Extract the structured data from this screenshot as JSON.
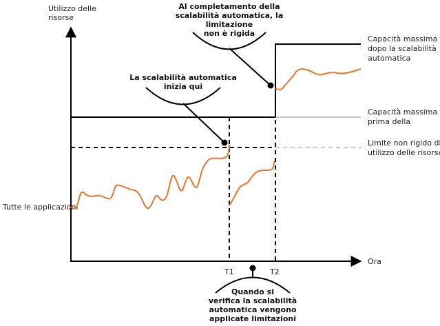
{
  "axes": {
    "y_label": [
      "Utilizzo delle",
      "risorse"
    ],
    "x_label": "Ora",
    "y_tick": "Tutte le applicazioni",
    "t1": "T1",
    "t2": "T2"
  },
  "legend": {
    "max_after": [
      "Capacità massima",
      "dopo la scalabilità",
      "automatica"
    ],
    "max_before": [
      "Capacità massima",
      "prima della"
    ],
    "soft_limit": [
      "Limite non rigido di",
      "utilizzo delle risorse"
    ]
  },
  "callouts": {
    "autoscale_complete": [
      "Al completamento della",
      "scalabilità automatica, la",
      "limitazione",
      "non è rigida"
    ],
    "autoscale_start": [
      "La scalabilità automatica",
      "inizia qui"
    ],
    "throttling": [
      "Quando si",
      "verifica la scalabilità",
      "automatica vengono",
      "applicate limitazioni"
    ]
  },
  "colors": {
    "series": "#e8762c",
    "axis": "#000000",
    "faded": "#c8c8c8"
  }
}
